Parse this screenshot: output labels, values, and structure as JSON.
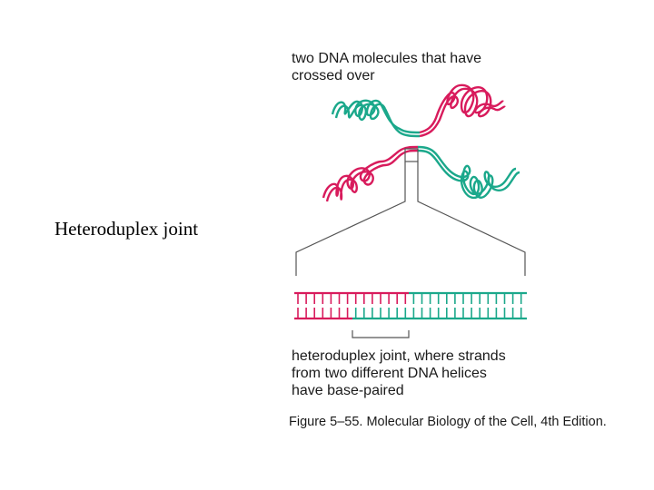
{
  "slide": {
    "title": "Heteroduplex joint"
  },
  "figure": {
    "top_caption": [
      "two DNA molecules that have",
      "crossed over"
    ],
    "bottom_caption": [
      "heteroduplex joint, where strands",
      "from two different DNA helices",
      "have base-paired"
    ],
    "credit": "Figure 5–55. Molecular Biology of the Cell, 4th Edition."
  },
  "colors": {
    "strand_red": "#d81b5c",
    "strand_green": "#1ba88b",
    "outline": "#555555"
  }
}
